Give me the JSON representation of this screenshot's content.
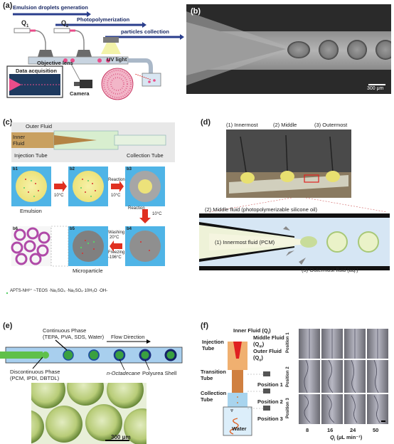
{
  "panel_a": {
    "label": "(a)",
    "step1": "Emulsion droplets generation",
    "step2": "Photopolymerization",
    "step3": "particles collection",
    "q1": "Q",
    "q1_sub": "1",
    "q2": "Q",
    "q2_sub": "2",
    "objective": "Objective lens",
    "uv": "UV light",
    "data_acq": "Data acquisition",
    "camera": "Camera"
  },
  "panel_b": {
    "label": "(b)",
    "scale": "300 μm"
  },
  "panel_c": {
    "label": "(c)",
    "outer": "Outer Fluid",
    "inner": "Inner\nFluid",
    "injection": "Injection Tube",
    "collection": "Collection Tube",
    "b1": "b1",
    "b2": "b2",
    "b3": "b3",
    "b4": "b4",
    "b5": "b5",
    "b6": "b6",
    "emulsion": "Emulsion",
    "t1": "10°C",
    "reaction1": "Reaction",
    "t2": "10°C",
    "reaction2": "Reaction",
    "t3": "10°C",
    "washing": "Washing",
    "t4": "20°C",
    "freezing": "Freezing",
    "t5": "-196°C",
    "microparticle": "Microparticle",
    "legend": "APTS-NH³⁺  ~TEOS  ·Na₂SO₄  ·Na₂SO₄·10H₂O  ·OH-"
  },
  "panel_d": {
    "label": "(d)",
    "l1": "(1) Innermost",
    "l2": "(2) Middle",
    "l3": "(3) Outermost",
    "middle_fluid": "(2) Middle fluid (photopolymerizable silicone oil)",
    "innermost_fluid": "(1) Innermost fluid (PCM)",
    "outermost_fluid": "(3) Outermost fluid (aq.)"
  },
  "panel_e": {
    "label": "(e)",
    "continuous": "Continuous Phase",
    "continuous_comp": "(TEPA, PVA, SDS, Water)",
    "flow": "Flow Direction",
    "discontinuous": "Discontinuous Phase",
    "discontinuous_comp": "(PCM, IPDI, DBTDL)",
    "octadecane": "n-Octadecane",
    "shell": "Polyurea Shell",
    "scale": "300 μm"
  },
  "panel_f": {
    "label": "(f)",
    "inner": "Inner Fluid (Q",
    "inner_sub": "i",
    "middle": "Middle Fluid",
    "middle_q": "(Q",
    "middle_sub": "m",
    "outer": "Outer Fluid",
    "outer_q": "(Q",
    "outer_sub": "o",
    "injection_tube": "Injection\nTube",
    "transition_tube": "Transition\nTube",
    "collection_tube": "Collection\nTube",
    "water": "Water",
    "pos1": "Position 1",
    "pos2": "Position 2",
    "pos3": "Position 3",
    "side1": "Position 1",
    "side2": "Position 2",
    "side3": "Position 3",
    "x_values": [
      "8",
      "16",
      "24",
      "50"
    ],
    "x_label": "Q",
    "x_label_sub": "i",
    "x_unit": "(μL min⁻¹)"
  }
}
